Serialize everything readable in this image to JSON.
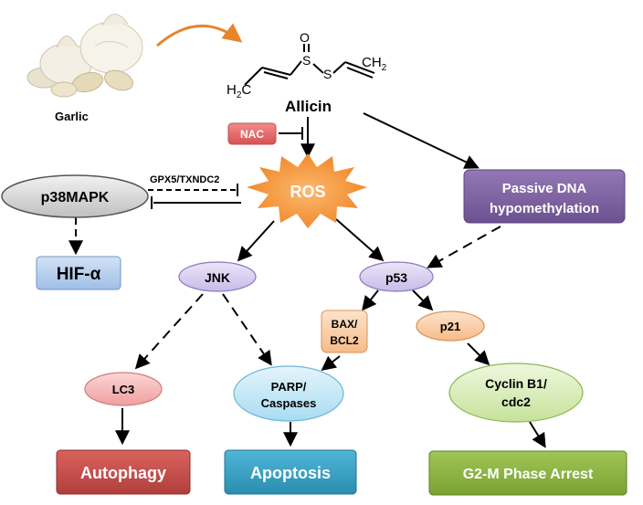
{
  "garlic": {
    "label": "Garlic"
  },
  "molecule": {
    "name": "Allicin",
    "atom_o": "O",
    "atom_s1": "S",
    "atom_s2": "S",
    "left_group": "H",
    "left_group_c": "C",
    "right_group": "CH",
    "subscript": "2"
  },
  "nodes": {
    "nac": "NAC",
    "ros": "ROS",
    "passive_line1": "Passive DNA",
    "passive_line2": "hypomethylation",
    "p38": "p38MAPK",
    "gpx": "GPX5/TXNDC2",
    "hif": "HIF-α",
    "jnk": "JNK",
    "p53": "p53",
    "bax_line1": "BAX/",
    "bax_line2": "BCL2",
    "p21": "p21",
    "lc3": "LC3",
    "parp_line1": "PARP/",
    "parp_line2": "Caspases",
    "cyclin_line1": "Cyclin B1/",
    "cyclin_line2": "cdc2",
    "autophagy": "Autophagy",
    "apoptosis": "Apoptosis",
    "g2m": "G2-M Phase Arrest"
  },
  "colors": {
    "autophagy": "#c0504d",
    "apoptosis": "#31a0c5",
    "g2m": "#8cb43f",
    "passive": "#8064a2",
    "ros": "#f79646",
    "nac": "#e06666",
    "hif": "#b4cdec",
    "jnk_p53": "#d9cff0",
    "bax_p21": "#fbd2b0",
    "lc3": "#f4b8b8",
    "parp": "#c6e8f6",
    "cyclin": "#dcefc0",
    "p38": "#d9d9d9"
  }
}
